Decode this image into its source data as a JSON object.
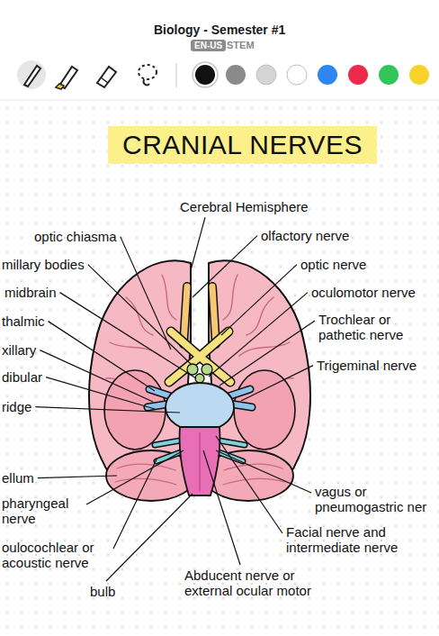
{
  "diagram": {
    "title": "CRANIAL NERVES",
    "nodes": [
      {
        "text": [
          "EN-US"
        ]
      }
    ],
    "labels": [
      "Biology - Semester #1",
      "STEM",
      "Cerebral Hemisphere",
      "optic chiasma",
      "olfactory nerve",
      "millary bodies",
      "optic nerve",
      "midbrain",
      "oculomotor nerve",
      "thalmic",
      "Trochlear or pathetic nerve",
      "xillary",
      "Trigeminal nerve",
      "dibular",
      "ridge",
      "ellum",
      "vagus or pneumogastric ner",
      "pharyngeal nerve",
      "Facial nerve and intermediate nerve",
      "oulocochlear or acoustic nerve",
      "Abducent nerve or external ocular motor",
      "bulb"
    ]
  }
}
